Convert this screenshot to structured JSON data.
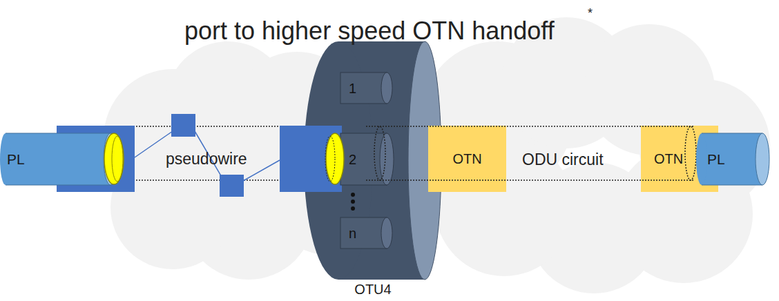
{
  "diagram": {
    "title": "port to higher speed OTN handoff",
    "nodes": [
      {
        "text": [
          "PL"
        ]
      },
      {
        "text": [
          "OTU4"
        ]
      },
      {
        "text": [
          "1"
        ],
        "in": 1
      },
      {
        "text": [
          "2"
        ],
        "in": 1
      },
      {
        "text": [
          "n"
        ],
        "in": 1
      },
      {
        "text": [
          "OTN"
        ]
      },
      {
        "text": [
          "OTN"
        ]
      },
      {
        "text": [
          "PL"
        ]
      }
    ],
    "labels": [
      "*",
      "pseudowire",
      "ODU circuit"
    ]
  }
}
